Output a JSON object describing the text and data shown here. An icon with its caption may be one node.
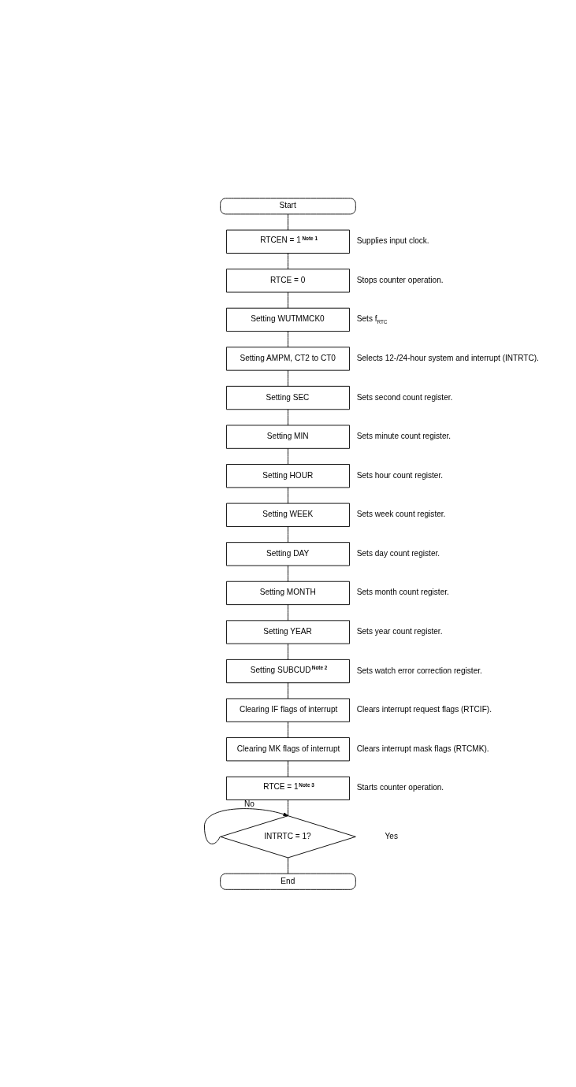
{
  "diagram": {
    "nodes": [
      {
        "text": [
          "Start"
        ]
      },
      {
        "text": [
          "RTCEN = 1$^{Note 1}$"
        ],
        "beside": [
          "Supplies input clock."
        ]
      },
      {
        "text": [
          "RTCE = 0"
        ],
        "beside": [
          "Stops counter operation."
        ]
      },
      {
        "text": [
          "Setting WUTMMCK0"
        ],
        "beside": [
          "Sets f$_{RTC}$"
        ]
      },
      {
        "text": [
          "Setting AMPM, CT2 to CT0"
        ],
        "beside": [
          "Selects 12-/24-hour system and interrupt (INTRTC)."
        ]
      },
      {
        "text": [
          "Setting SEC"
        ],
        "beside": [
          "Sets second count register."
        ]
      },
      {
        "text": [
          "Setting MIN"
        ],
        "beside": [
          "Sets minute count register."
        ]
      },
      {
        "text": [
          "Setting HOUR"
        ],
        "beside": [
          "Sets hour count register."
        ]
      },
      {
        "text": [
          "Setting WEEK"
        ],
        "beside": [
          "Sets week count register."
        ]
      },
      {
        "text": [
          "Setting DAY"
        ],
        "beside": [
          "Sets day count register."
        ]
      },
      {
        "text": [
          "Setting MONTH"
        ],
        "beside": [
          "Sets month count register."
        ]
      },
      {
        "text": [
          "Setting YEAR"
        ],
        "beside": [
          "Sets year count register."
        ]
      },
      {
        "text": [
          "Setting SUBCUD$^{Note 2}$"
        ],
        "beside": [
          "Sets watch error correction register."
        ]
      },
      {
        "text": [
          "Clearing IF flags of interrupt"
        ],
        "beside": [
          "Clears interrupt request flags (RTCIF)."
        ]
      },
      {
        "text": [
          "Clearing MK flags of interrupt"
        ],
        "beside": [
          "Clears interrupt mask flags (RTCMK)."
        ]
      },
      {
        "text": [
          "RTCE = 1$^{Note 3}$"
        ],
        "beside": [
          "Starts counter operation."
        ]
      },
      {
        "text": [
          "INTRTC = 1?"
        ]
      },
      {
        "text": [
          "End"
        ]
      }
    ],
    "edges": [
      {
        "from": 0,
        "to": 1,
        "arrow": "none"
      },
      {
        "from": 1,
        "to": 2,
        "arrow": "none"
      },
      {
        "from": 2,
        "to": 3,
        "arrow": "none"
      },
      {
        "from": 3,
        "to": 4,
        "arrow": "none"
      },
      {
        "from": 4,
        "to": 5,
        "arrow": "none"
      },
      {
        "from": 5,
        "to": 6,
        "arrow": "none"
      },
      {
        "from": 6,
        "to": 7,
        "arrow": "none"
      },
      {
        "from": 7,
        "to": 8,
        "arrow": "none"
      },
      {
        "from": 8,
        "to": 9,
        "arrow": "none"
      },
      {
        "from": 9,
        "to": 10,
        "arrow": "none"
      },
      {
        "from": 10,
        "to": 11,
        "arrow": "none"
      },
      {
        "from": 11,
        "to": 12,
        "arrow": "none"
      },
      {
        "from": 12,
        "to": 13,
        "arrow": "none"
      },
      {
        "from": 13,
        "to": 14,
        "arrow": "none"
      },
      {
        "from": 14,
        "to": 15,
        "arrow": "none"
      },
      {
        "from": 15,
        "to": 16,
        "arrow": "none"
      },
      {
        "from": 16,
        "to": 16,
        "arrow": "to",
        "label": "No"
      },
      {
        "from": 16,
        "to": 17,
        "arrow": "none"
      }
    ],
    "labels": [
      "Yes"
    ]
  }
}
